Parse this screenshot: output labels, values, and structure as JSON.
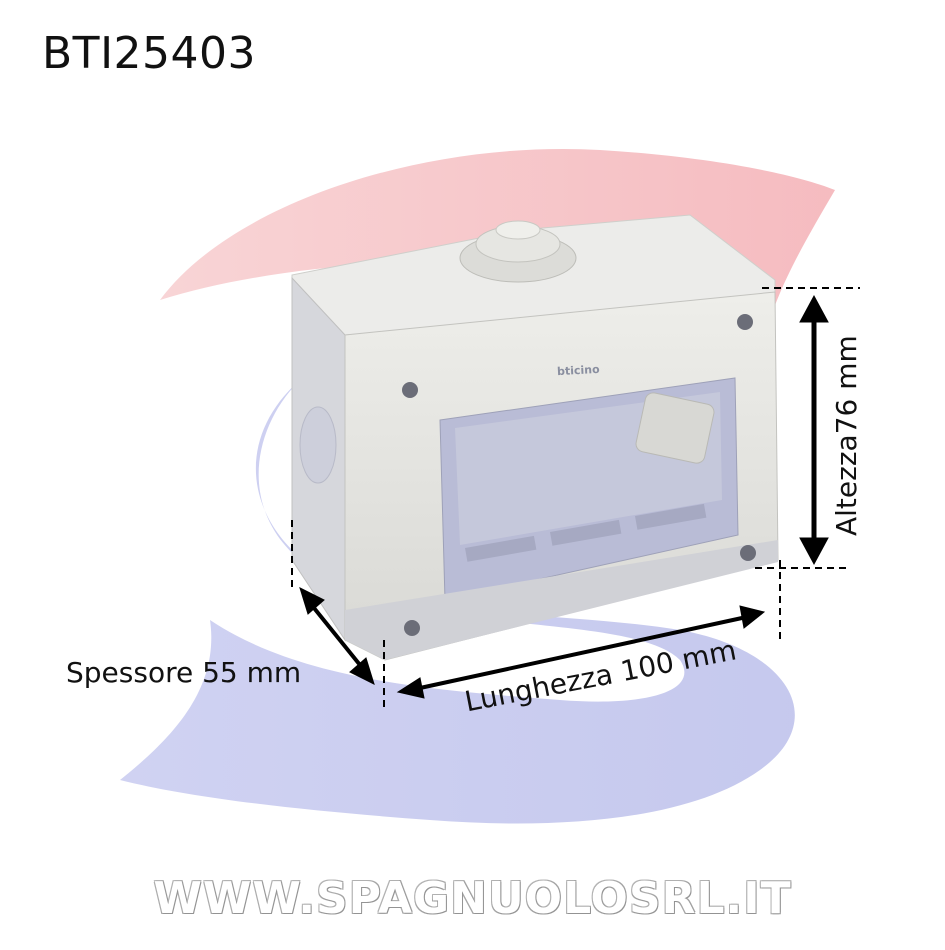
{
  "title": "BTI25403",
  "dimensions": {
    "thickness_label": "Spessore 55 mm",
    "length_label": "Lunghezza 100 mm",
    "height_label": "Altezza76 mm"
  },
  "product": {
    "brand_mark": "bticino"
  },
  "watermark": "WWW.SPAGNUOLOSRL.IT",
  "colors": {
    "logo_red": "#f4b4b8",
    "logo_blue": "#c8cbee",
    "enclosure_body": "#e4e4e0",
    "arrow": "#000000"
  }
}
